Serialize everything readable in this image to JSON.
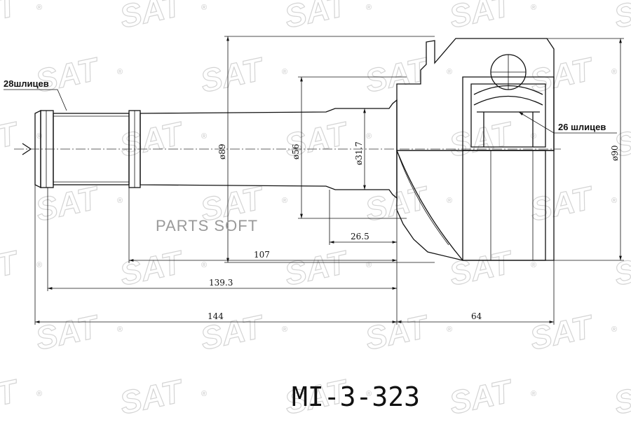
{
  "watermark": {
    "brand": "SAT",
    "reg_mark": "®"
  },
  "overlay_text": "PARTS SOFT",
  "part_number": "MI-3-323",
  "notes": {
    "outer_splines": "28шлицев",
    "inner_splines": "26 шлицев"
  },
  "dimensions": {
    "d89": "ø89",
    "d56": "ø56",
    "d31_7": "ø31.7",
    "d90": "ø90",
    "l26_5": "26.5",
    "l107": "107",
    "l139_3": "139.3",
    "l144": "144",
    "l64": "64"
  }
}
